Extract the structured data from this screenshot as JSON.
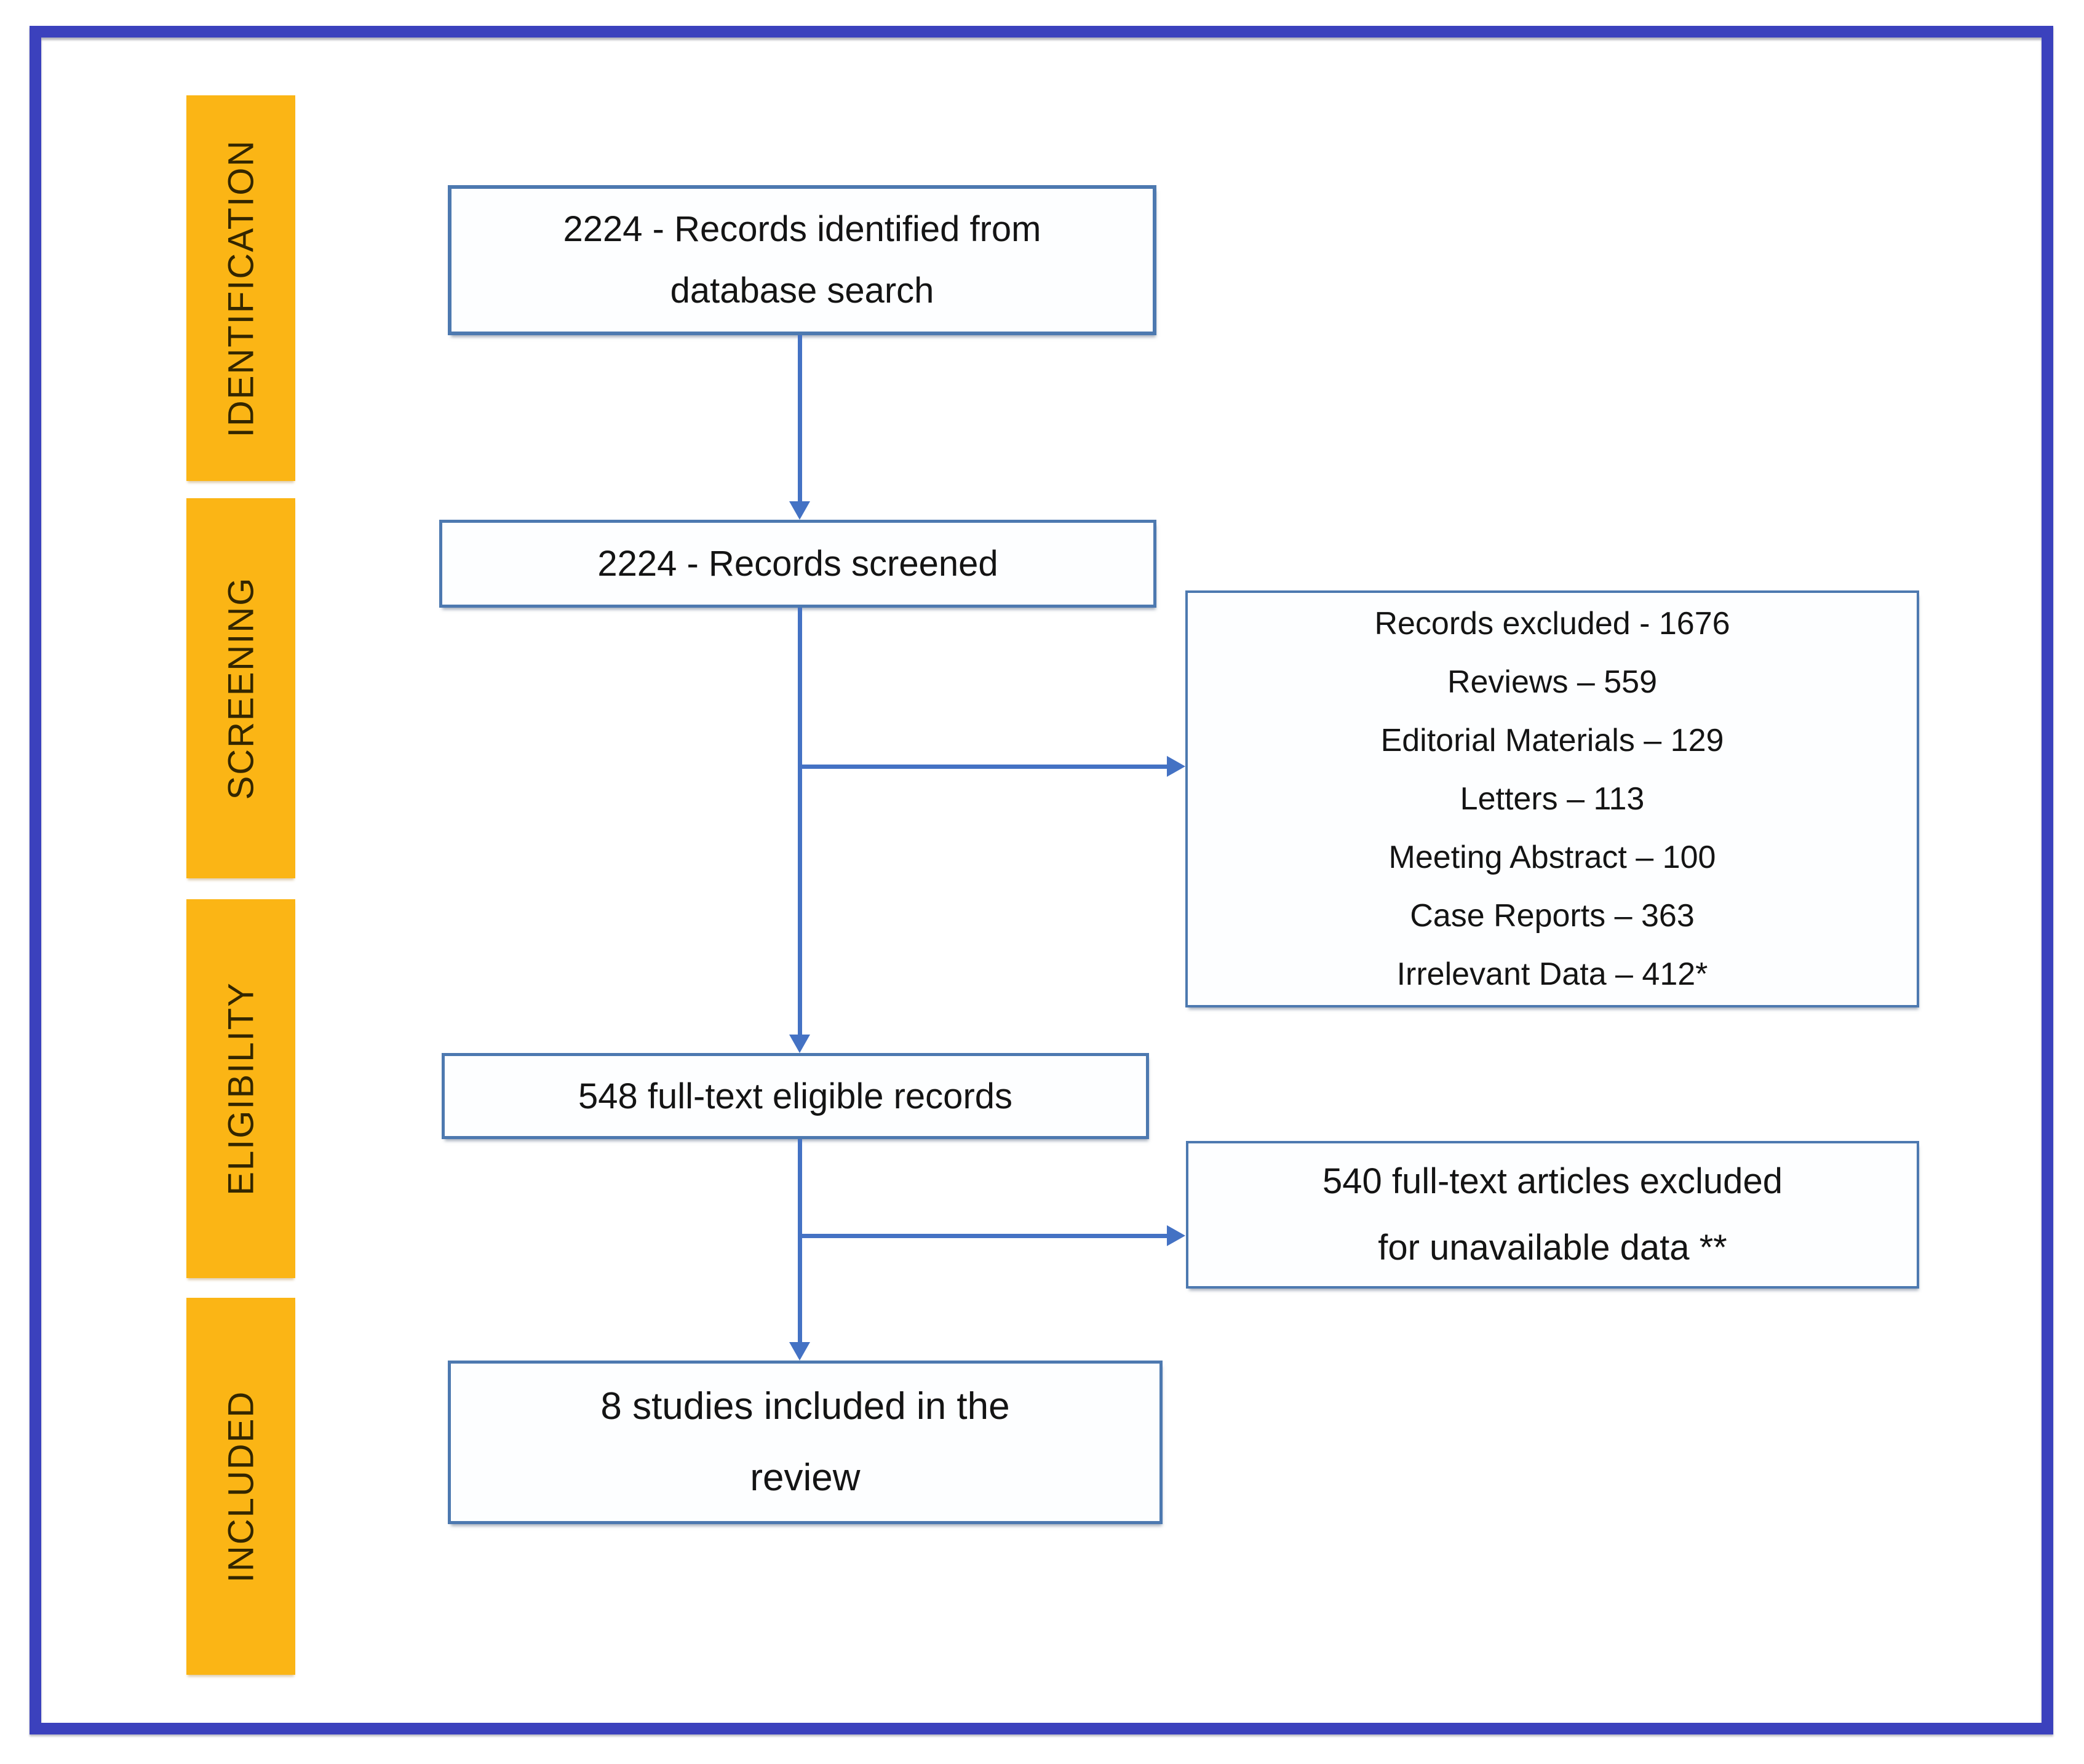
{
  "colors": {
    "bg": "#ffffff",
    "frame": "#3b41bd",
    "stage_fill": "#fbb515",
    "stage_text": "#332600",
    "box_border": "#4d79b0",
    "box_text": "#141414",
    "arrow": "#4472c4"
  },
  "sidebar": {
    "stages": [
      {
        "label": "IDENTIFICATION"
      },
      {
        "label": "SCREENING"
      },
      {
        "label": "ELIGIBILITY"
      },
      {
        "label": "INCLUDED"
      }
    ]
  },
  "boxes": {
    "identified": {
      "lines": [
        "2224 - Records identified from",
        "database search"
      ]
    },
    "screened": {
      "lines": [
        "2224 - Records screened"
      ]
    },
    "excluded": {
      "lines": [
        "Records excluded - 1676",
        "Reviews – 559",
        "Editorial Materials – 129",
        "Letters – 113",
        "Meeting Abstract – 100",
        "Case Reports – 363",
        "Irrelevant Data – 412*"
      ]
    },
    "eligible": {
      "lines": [
        "548 full-text eligible records"
      ]
    },
    "fulltext_excluded": {
      "lines": [
        "540 full-text articles excluded",
        "for unavailable data **"
      ]
    },
    "included": {
      "lines": [
        "8 studies included in the",
        "review"
      ]
    }
  }
}
